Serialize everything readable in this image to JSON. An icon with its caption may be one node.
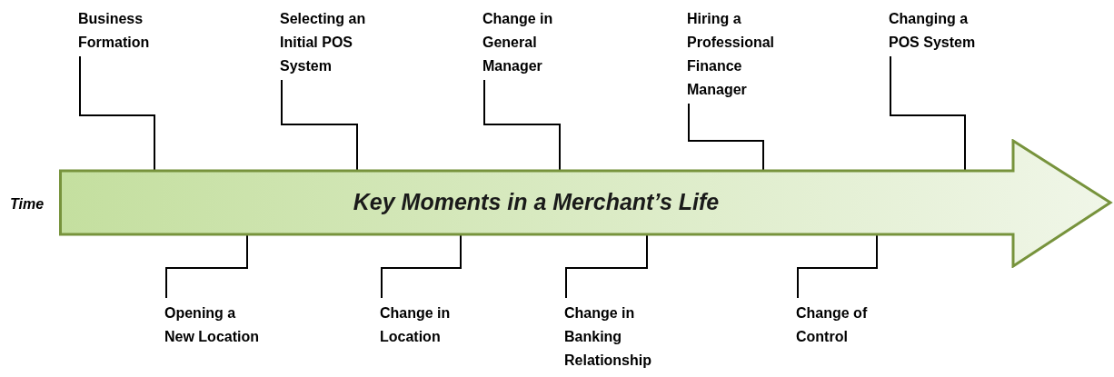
{
  "diagram": {
    "nodes": [
      {
        "text": [
          "Key Moments in a Merchant’s Life"
        ]
      },
      {
        "text": [
          "Business Formation"
        ]
      },
      {
        "text": [
          "Selecting an Initial POS System"
        ]
      },
      {
        "text": [
          "Change in General Manager"
        ]
      },
      {
        "text": [
          "Hiring a Professional Finance Manager"
        ]
      },
      {
        "text": [
          "Changing a POS System"
        ]
      },
      {
        "text": [
          "Opening a New Location"
        ]
      },
      {
        "text": [
          "Change in Location"
        ]
      },
      {
        "text": [
          "Change in Banking Relationship"
        ]
      },
      {
        "text": [
          "Change of Control"
        ]
      }
    ],
    "edges": [
      {
        "from": 1,
        "to": 0,
        "arrow": "none"
      },
      {
        "from": 2,
        "to": 0,
        "arrow": "none"
      },
      {
        "from": 3,
        "to": 0,
        "arrow": "none"
      },
      {
        "from": 4,
        "to": 0,
        "arrow": "none"
      },
      {
        "from": 5,
        "to": 0,
        "arrow": "none"
      },
      {
        "from": 6,
        "to": 0,
        "arrow": "none"
      },
      {
        "from": 7,
        "to": 0,
        "arrow": "none"
      },
      {
        "from": 8,
        "to": 0,
        "arrow": "none"
      },
      {
        "from": 9,
        "to": 0,
        "arrow": "none"
      }
    ],
    "labels": [
      "Time"
    ]
  }
}
